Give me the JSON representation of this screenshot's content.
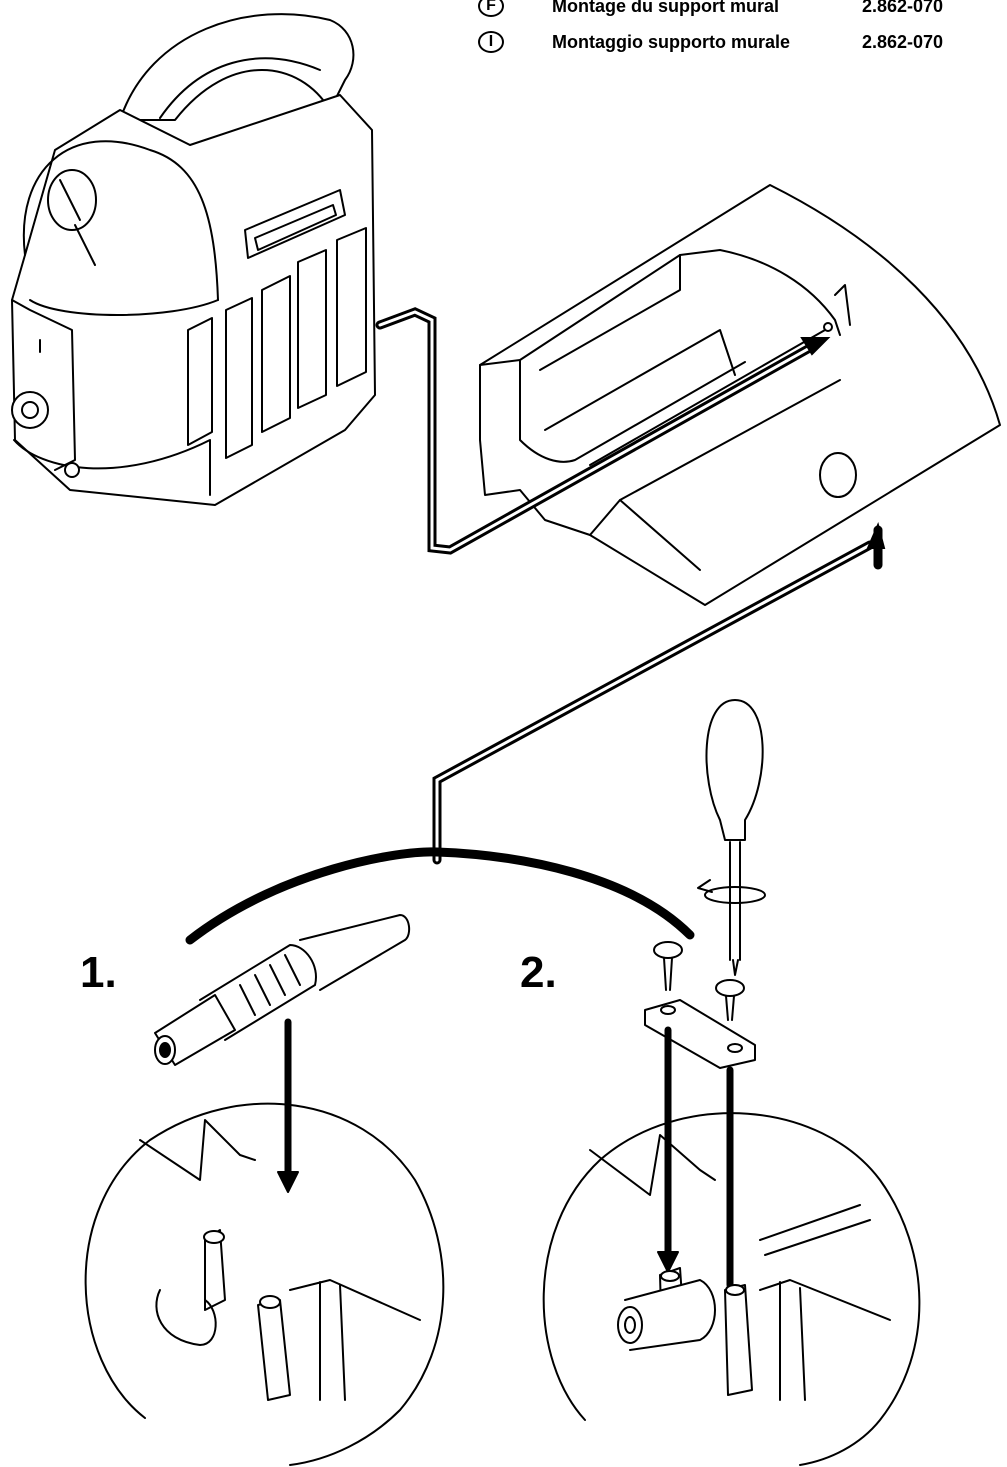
{
  "legend": [
    {
      "lang": "F",
      "text": "Montage du support mural",
      "code": "2.862-070"
    },
    {
      "lang": "I",
      "text": "Montaggio supporto murale",
      "code": "2.862-070"
    }
  ],
  "steps": [
    {
      "label": "1."
    },
    {
      "label": "2."
    }
  ]
}
